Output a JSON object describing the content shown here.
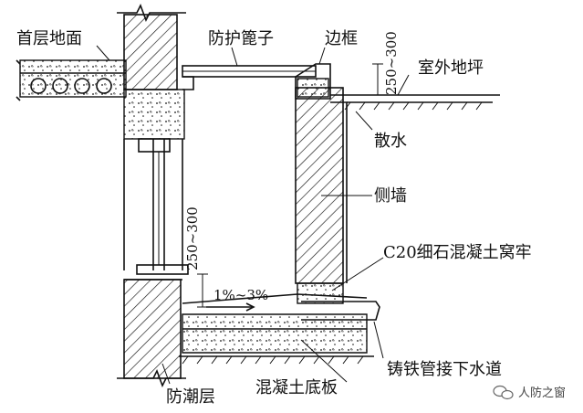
{
  "labels": {
    "first_floor": "首层地面",
    "grate": "防护篦子",
    "frame": "边框",
    "dim_top": "250~300",
    "outdoor_ground": "室外地坪",
    "apron": "散水",
    "side_wall": "侧墙",
    "dim_mid": "250~300",
    "slope": "1%~3%",
    "c20": "C20细石混凝土窝牢",
    "pipe": "铸铁管接下水道",
    "base_slab": "混凝土底板",
    "dpc": "防潮层"
  },
  "watermark": {
    "text": "人防之窗",
    "icon": "wechat-icon"
  }
}
